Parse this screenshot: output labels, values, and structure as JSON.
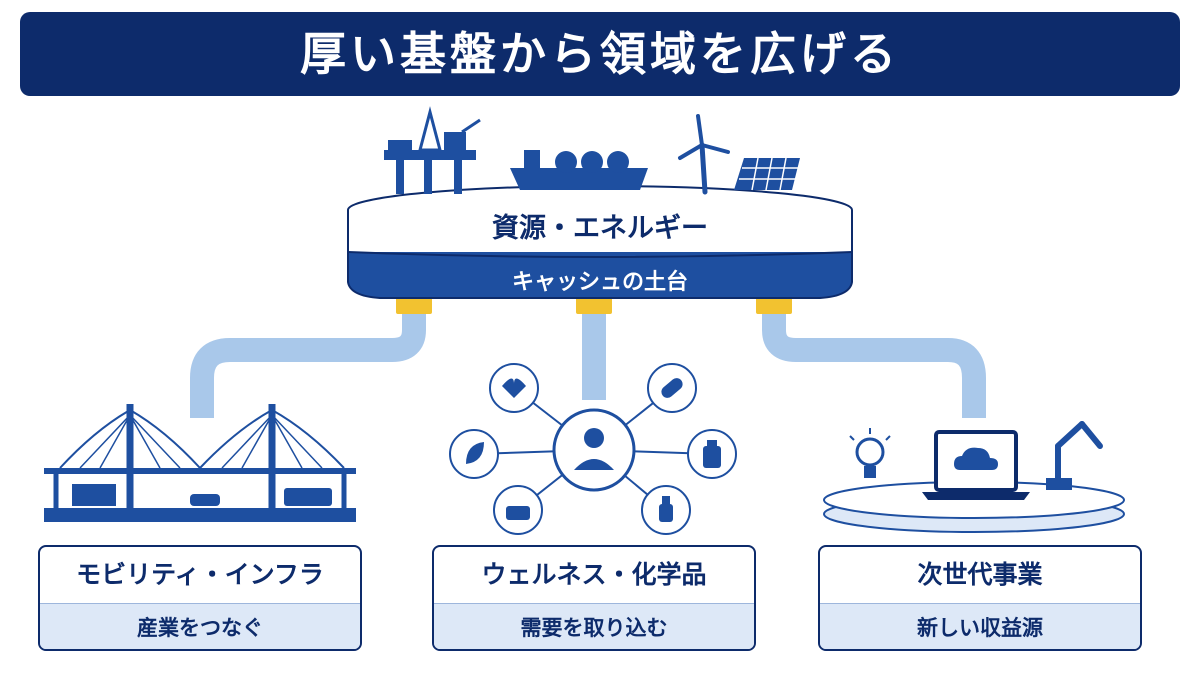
{
  "banner": {
    "title": "厚い基盤から領域を広げる"
  },
  "hub": {
    "title": "資源・エネルギー",
    "subtitle": "キャッシュの土台",
    "icons": [
      "oil-rig-icon",
      "lng-ship-icon",
      "wind-turbine-icon",
      "solar-panel-icon"
    ]
  },
  "cards": [
    {
      "title": "モビリティ・インフラ",
      "subtitle": "産業をつなぐ",
      "illustration": "cable-stayed-bridge-with-truck-car-bus"
    },
    {
      "title": "ウェルネス・化学品",
      "subtitle": "需要を取り込む",
      "illustration": "person-network-with-health-icons"
    },
    {
      "title": "次世代事業",
      "subtitle": "新しい収益源",
      "illustration": "laptop-cloud-lightbulb-robot-arm-platform"
    }
  ],
  "colors": {
    "navy": "#0d2b6b",
    "blue": "#1e4fa0",
    "pipe": "#a9c8ea",
    "connector": "#f2c230",
    "card_sub_bg": "#dde8f7"
  }
}
